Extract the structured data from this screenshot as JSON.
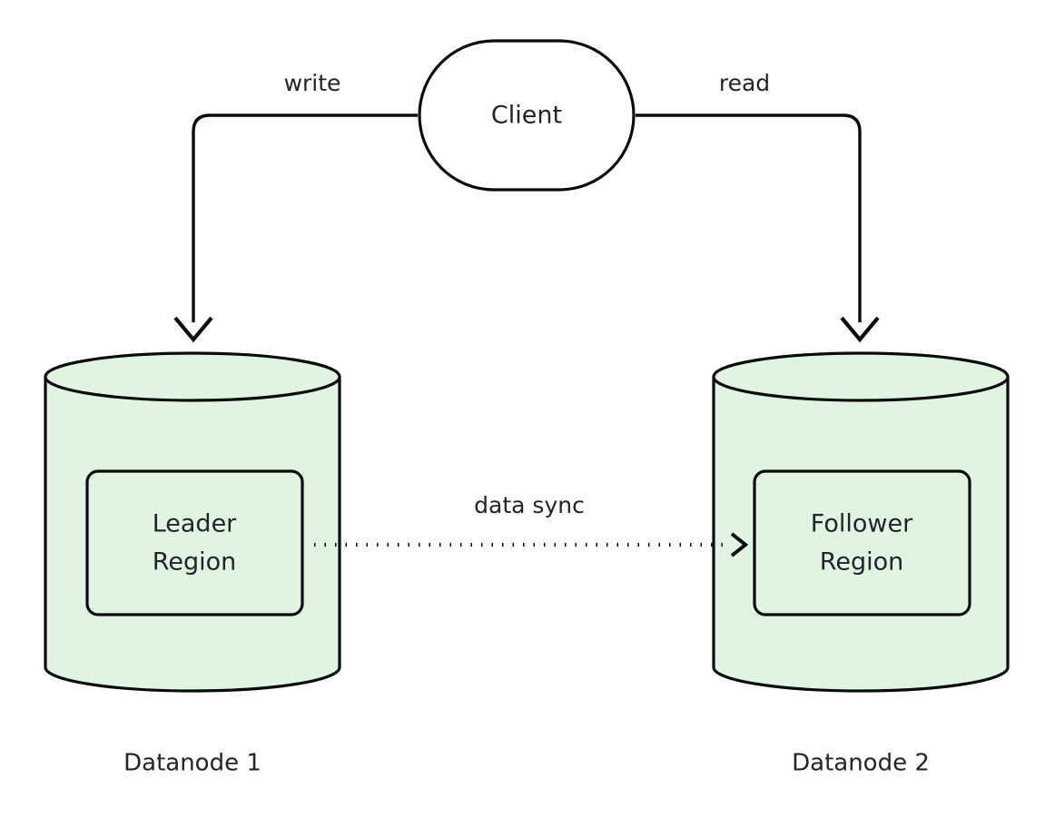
{
  "diagram": {
    "type": "architecture-flow",
    "background_color": "#FFFFFF",
    "stroke_color": "#0B0B0D",
    "text_color": "#232329"
  },
  "nodes": {
    "client": {
      "label": "Client",
      "shape": "stadium",
      "fill_color": "#E9DCFC"
    },
    "datanode1": {
      "caption": "Datanode 1",
      "shape": "cylinder",
      "fill_color": "#DFF5E2",
      "region": {
        "line1": "Leader",
        "line2": "Region",
        "fill_color": "#ECF1FC"
      }
    },
    "datanode2": {
      "caption": "Datanode 2",
      "shape": "cylinder",
      "fill_color": "#DFF5E2",
      "region": {
        "line1": "Follower",
        "line2": "Region",
        "fill_color": "#ECF1FC"
      }
    }
  },
  "edges": {
    "write": {
      "label": "write",
      "from": "client",
      "to": "datanode1",
      "style": "solid",
      "arrow": "down"
    },
    "read": {
      "label": "read",
      "from": "client",
      "to": "datanode2",
      "style": "solid",
      "arrow": "down"
    },
    "sync": {
      "label": "data sync",
      "from": "datanode1",
      "to": "datanode2",
      "style": "dotted",
      "arrow": "right"
    }
  }
}
